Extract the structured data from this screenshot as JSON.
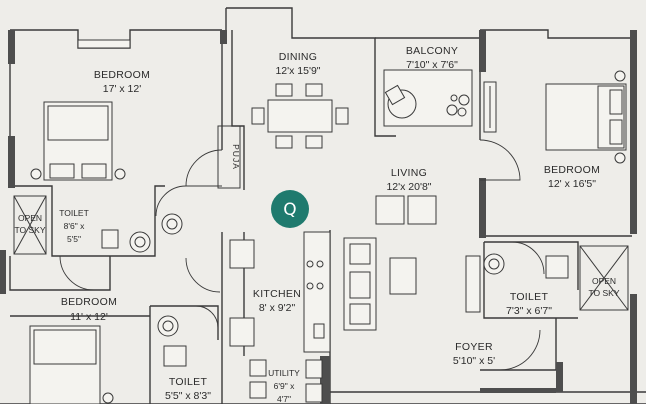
{
  "rooms": {
    "bedroom_tl": {
      "name": "BEDROOM",
      "dim": "17' x 12'"
    },
    "dining": {
      "name": "DINING",
      "dim": "12'x 15'9\""
    },
    "balcony": {
      "name": "BALCONY",
      "dim": "7'10\" x 7'6\""
    },
    "bedroom_r": {
      "name": "BEDROOM",
      "dim": "12' x 16'5\""
    },
    "living": {
      "name": "LIVING",
      "dim": "12'x 20'8\""
    },
    "open_sky_l": {
      "line1": "OPEN",
      "line2": "TO SKY"
    },
    "toilet_l": {
      "name": "TOILET",
      "dim1": "8'6\" x",
      "dim2": "5'5\""
    },
    "puja": {
      "name": "PUJA"
    },
    "bedroom_bl": {
      "name": "BEDROOM",
      "dim": "11' x 12'"
    },
    "kitchen": {
      "name": "KITCHEN",
      "dim": "8' x 9'2\""
    },
    "toilet_r": {
      "name": "TOILET",
      "dim": "7'3\" x 6'7\""
    },
    "open_sky_r": {
      "line1": "OPEN",
      "line2": "TO SKY"
    },
    "foyer": {
      "name": "FOYER",
      "dim": "5'10\" x 5'"
    },
    "toilet_b": {
      "name": "TOILET",
      "dim": "5'5\" x 8'3\""
    },
    "utility": {
      "name": "UTILITY",
      "dim1": "6'9\" x",
      "dim2": "4'7\""
    }
  },
  "badge": {
    "letter": "Q",
    "color": "#1f7a6e"
  },
  "colors": {
    "background": "#eeede9",
    "wall": "#3a3a3a",
    "window_dark": "#4e4e4e"
  }
}
